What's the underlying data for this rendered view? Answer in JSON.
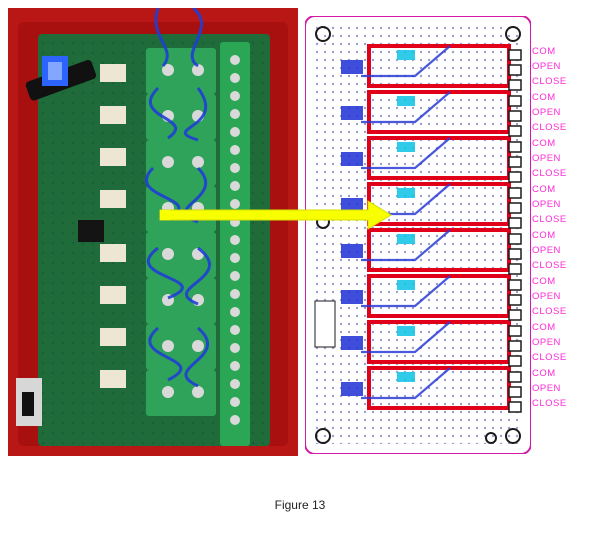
{
  "caption": "Figure 13",
  "terminal_labels": [
    "COM",
    "OPEN",
    "CLOSE",
    "COM",
    "OPEN",
    "CLOSE",
    "COM",
    "OPEN",
    "CLOSE",
    "COM",
    "OPEN",
    "CLOSE",
    "COM",
    "OPEN",
    "CLOSE",
    "COM",
    "OPEN",
    "CLOSE",
    "COM",
    "OPEN",
    "CLOSE",
    "COM",
    "OPEN",
    "CLOSE"
  ],
  "colors": {
    "enclosure_red": "#b91616",
    "board_green": "#1f6b3a",
    "terminal_green": "#2fa35a",
    "label_magenta": "#ff2bd6",
    "arrow_yellow": "#f7ff00",
    "trace_red": "#e1001a",
    "trace_blue": "#2b3bd6",
    "pad_cyan": "#19c6e6"
  },
  "icons": {
    "relay": "relay-component",
    "terminal": "screw-terminal",
    "arrow": "yellow-arrow"
  }
}
